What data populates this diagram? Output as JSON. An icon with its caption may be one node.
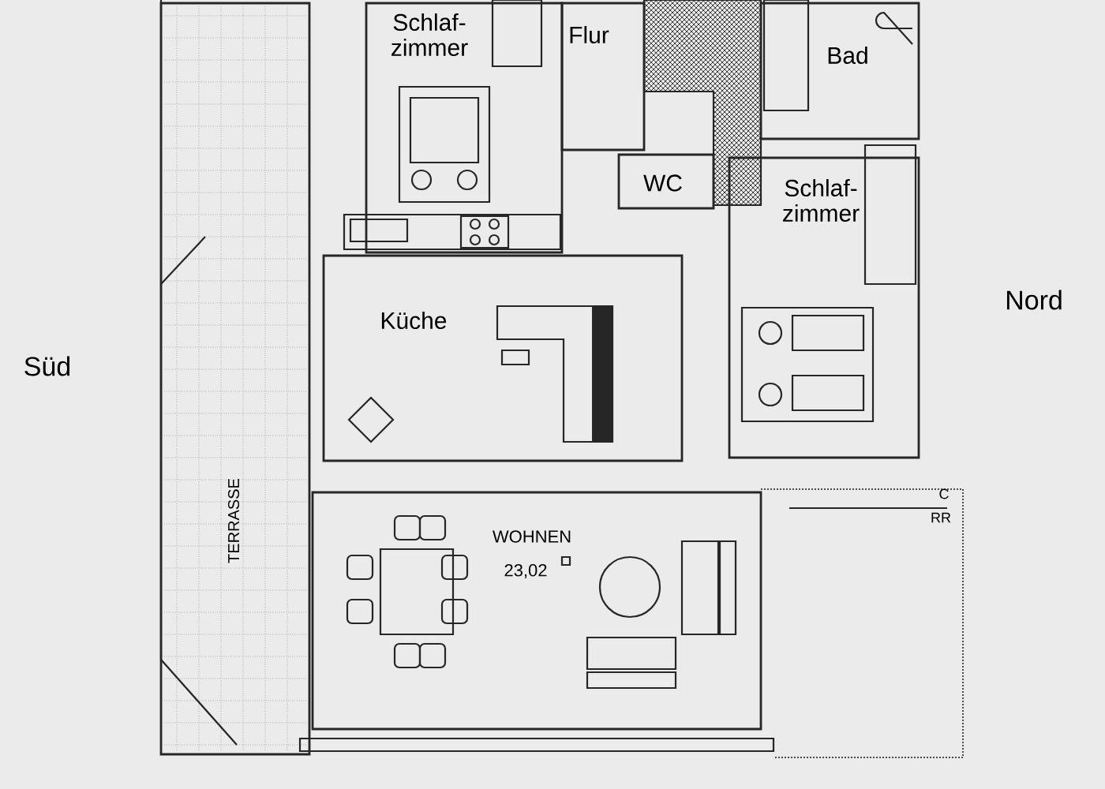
{
  "diagram": {
    "nodes": [
      {
        "text": [
          "Schlaf- zimmer"
        ]
      },
      {
        "text": [
          "Flur"
        ]
      },
      {
        "text": [
          "Bad"
        ]
      },
      {
        "text": [
          "WC"
        ]
      },
      {
        "text": [
          "Schlaf- zimmer"
        ]
      },
      {
        "text": [
          "Küche"
        ]
      },
      {
        "text": [
          "TERRASSE"
        ]
      },
      {
        "text": [
          "WOHNEN",
          "23,02"
        ]
      }
    ],
    "labels": [
      "Süd",
      "Nord",
      "C",
      "RR"
    ]
  }
}
